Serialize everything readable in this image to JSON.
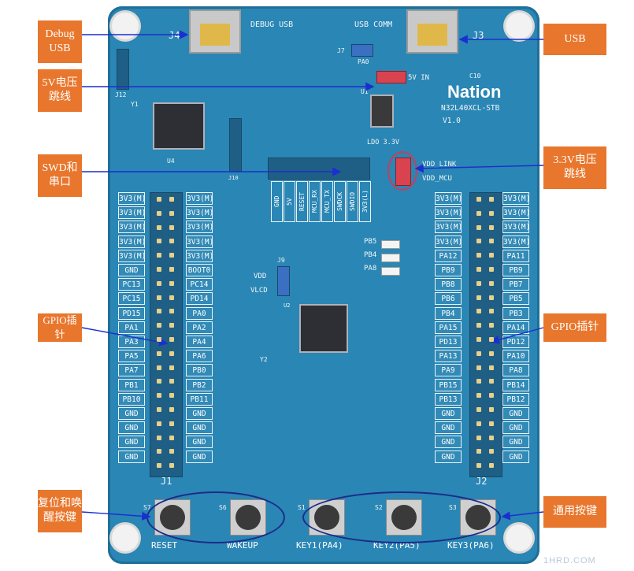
{
  "callouts": {
    "debug_usb": "Debug\nUSB",
    "v5_jumper": "5V电压\n跳线",
    "swd_uart": "SWD和\n串口",
    "gpio_left": "GPIO插针",
    "reset_wakeup": "复位和唤\n醒按键",
    "usb": "USB",
    "v33_jumper": "3.3V电压\n跳线",
    "gpio_right": "GPIO插针",
    "general_keys": "通用按键"
  },
  "silkscreen": {
    "debug_usb": "DEBUG USB",
    "usb_comm": "USB COMM",
    "j4": "J4",
    "j3": "J3",
    "brand": "Nation",
    "model": "N32L40XCL-STB",
    "version": "V1.0",
    "v5in": "5V IN",
    "ldo": "LDO 3.3V",
    "vdd_link": "VDD_LINK",
    "vdd_mcu": "VDD_MCU",
    "j9": "J9",
    "vdd": "VDD",
    "vlcd": "VLCD",
    "j1": "J1",
    "j2": "J2",
    "u4": "U4",
    "y1": "Y1",
    "y2": "Y2",
    "u2": "U2",
    "j10": "J10",
    "j12": "J12",
    "j7": "J7",
    "pa0": "PA0",
    "u1": "U1",
    "c10": "C10"
  },
  "swd_labels": [
    "GND",
    "5V",
    "RESET",
    "MCU_RX",
    "MCU_TX",
    "SWDCK",
    "SWDIO",
    "3V3(L)"
  ],
  "led_labels": [
    "PB5",
    "PB4",
    "PA8"
  ],
  "left_col_a": [
    "3V3(M)",
    "3V3(M)",
    "3V3(M)",
    "3V3(M)",
    "3V3(M)",
    "GND",
    "PC13",
    "PC15",
    "PD15",
    "PA1",
    "PA3",
    "PA5",
    "PA7",
    "PB1",
    "PB10",
    "GND",
    "GND",
    "GND",
    "GND"
  ],
  "left_col_b": [
    "3V3(M)",
    "3V3(M)",
    "3V3(M)",
    "3V3(M)",
    "3V3(M)",
    "BOOT0",
    "PC14",
    "PD14",
    "PA0",
    "PA2",
    "PA4",
    "PA6",
    "PB0",
    "PB2",
    "PB11",
    "GND",
    "GND",
    "GND",
    "GND"
  ],
  "right_col_a": [
    "3V3(M)",
    "3V3(M)",
    "3V3(M)",
    "3V3(M)",
    "PA12",
    "PB9",
    "PB8",
    "PB6",
    "PB4",
    "PA15",
    "PD13",
    "PA13",
    "PA9",
    "PB15",
    "PB13",
    "GND",
    "GND",
    "GND",
    "GND"
  ],
  "right_col_b": [
    "3V3(M)",
    "3V3(M)",
    "3V3(M)",
    "3V3(M)",
    "PA11",
    "PB9",
    "PB7",
    "PB5",
    "PB3",
    "PA14",
    "PD12",
    "PA10",
    "PA8",
    "PB14",
    "PB12",
    "GND",
    "GND",
    "GND",
    "GND"
  ],
  "buttons": [
    "RESET",
    "WAKEUP",
    "KEY1(PA4)",
    "KEY2(PA5)",
    "KEY3(PA6)"
  ],
  "button_refs": [
    "S7",
    "S6",
    "S1",
    "S2",
    "S3"
  ],
  "watermark": "1HRD.COM",
  "colors": {
    "board": "#2a86b4",
    "callout": "#e8762c",
    "arrow": "#1a2fd0",
    "ellipse": "#1c2c8c"
  }
}
